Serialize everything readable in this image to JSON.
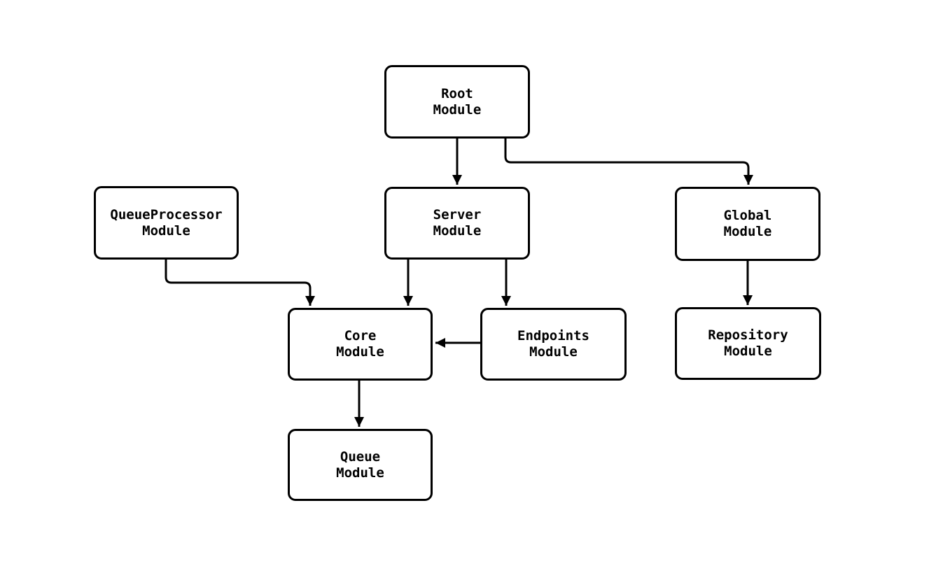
{
  "diagram": {
    "type": "flowchart",
    "direction": "top-down",
    "colors": {
      "background": "#ffffff",
      "node_fill": "#ffffff",
      "node_border": "#000000",
      "line": "#000000",
      "text": "#000000"
    },
    "nodes": [
      {
        "id": "root",
        "label_line1": "Root",
        "label_line2": "Module"
      },
      {
        "id": "queueprocessor",
        "label_line1": "QueueProcessor",
        "label_line2": "Module"
      },
      {
        "id": "server",
        "label_line1": "Server",
        "label_line2": "Module"
      },
      {
        "id": "global",
        "label_line1": "Global",
        "label_line2": "Module"
      },
      {
        "id": "core",
        "label_line1": "Core",
        "label_line2": "Module"
      },
      {
        "id": "endpoints",
        "label_line1": "Endpoints",
        "label_line2": "Module"
      },
      {
        "id": "repository",
        "label_line1": "Repository",
        "label_line2": "Module"
      },
      {
        "id": "queue",
        "label_line1": "Queue",
        "label_line2": "Module"
      }
    ],
    "edges": [
      {
        "from": "root",
        "to": "server"
      },
      {
        "from": "root",
        "to": "global"
      },
      {
        "from": "queueprocessor",
        "to": "core"
      },
      {
        "from": "server",
        "to": "core"
      },
      {
        "from": "server",
        "to": "endpoints"
      },
      {
        "from": "endpoints",
        "to": "core"
      },
      {
        "from": "global",
        "to": "repository"
      },
      {
        "from": "core",
        "to": "queue"
      }
    ]
  }
}
